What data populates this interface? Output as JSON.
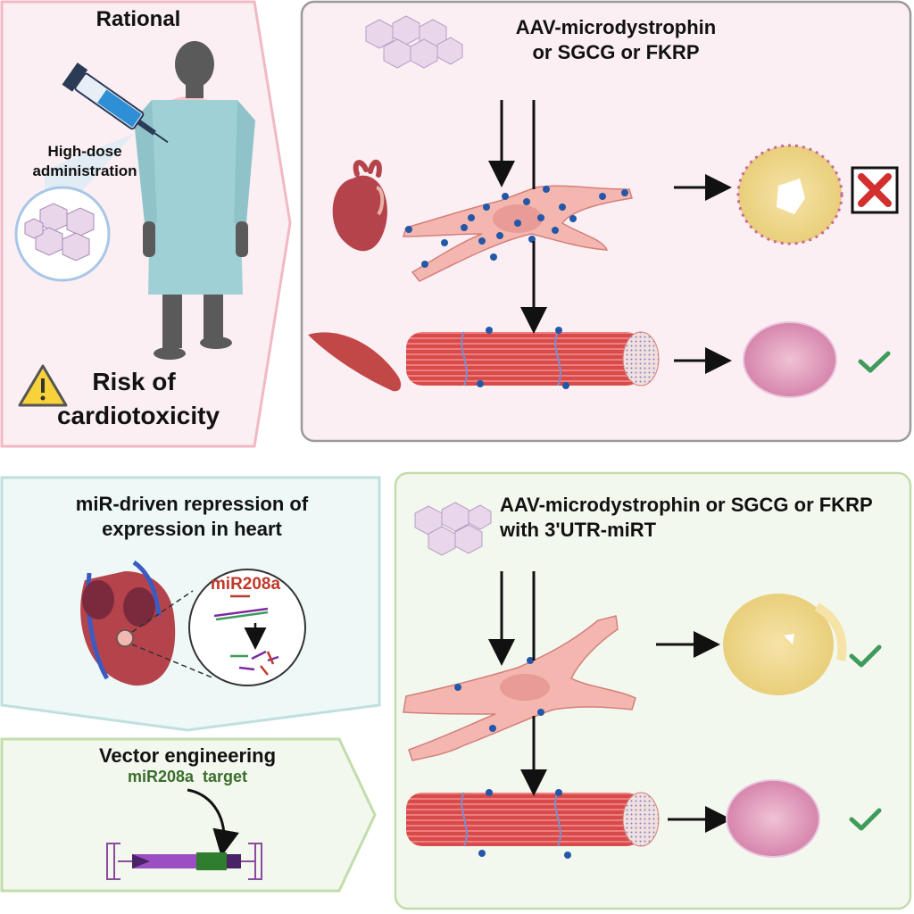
{
  "rational": {
    "title": "Rational",
    "dose_label_1": "High-dose",
    "dose_label_2": "administration",
    "risk_1": "Risk of",
    "risk_2": "cardiotoxicity"
  },
  "top_panel": {
    "title_1": "AAV-microdystrophin",
    "title_2": "or SGCG or FKRP"
  },
  "mir_panel": {
    "title_1": "miR-driven repression of",
    "title_2": "expression in heart",
    "mirna": "miR208a"
  },
  "vector": {
    "title": "Vector engineering",
    "target": "miR208a  target"
  },
  "bottom_panel": {
    "title_1": "AAV-microdystrophin or SGCG or FKRP",
    "title_2": "with 3'UTR-miRT"
  },
  "colors": {
    "pink_panel": "#fbeff3",
    "pink_border": "#f1b9c3",
    "gray_border": "#9a9a9a",
    "teal_panel": "#eef8f7",
    "teal_border": "#bfe0de",
    "green_panel": "#f3f8ee",
    "green_border": "#c3dcab",
    "fail_red": "#d32f2f",
    "ok_green": "#3f9b5a",
    "mirna_red": "#c0392b",
    "target_green": "#3b6e2c"
  }
}
